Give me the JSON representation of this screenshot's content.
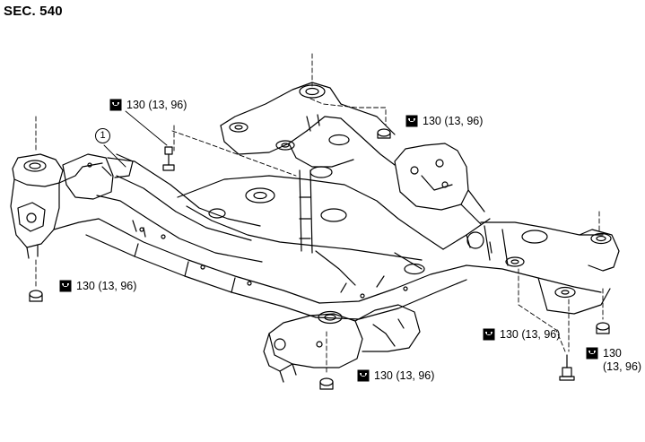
{
  "section_label": "SEC. 540",
  "callout_number": "1",
  "torque_icon": "wrench-icon",
  "torques": [
    {
      "id": "torque-top-left",
      "value": "130 (13, 96)"
    },
    {
      "id": "torque-top-right",
      "value": "130 (13, 96)"
    },
    {
      "id": "torque-left",
      "value": "130 (13, 96)"
    },
    {
      "id": "torque-bottom-right",
      "value": "130 (13, 96)"
    },
    {
      "id": "torque-bottom-center",
      "value": "130 (13, 96)"
    },
    {
      "id": "torque-right-stacked",
      "line1": "130",
      "line2": "(13, 96)"
    }
  ]
}
